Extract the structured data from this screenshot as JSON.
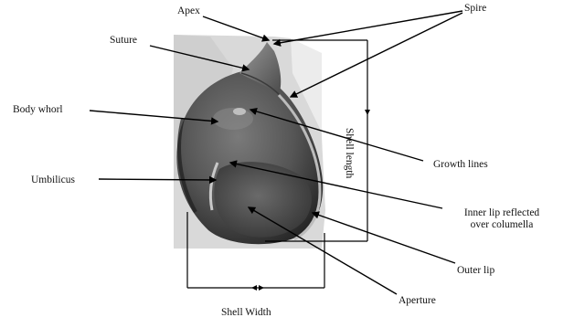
{
  "labels": {
    "apex": "Apex",
    "spire": "Spire",
    "suture": "Suture",
    "body_whorl": "Body whorl",
    "shell_length": "Shell length",
    "growth_lines": "Growth lines",
    "umbilicus": "Umbilicus",
    "inner_lip_line1": "Inner lip reflected",
    "inner_lip_line2": "over columella",
    "outer_lip": "Outer lip",
    "aperture": "Aperture",
    "shell_width": "Shell Width"
  },
  "colors": {
    "shell_body": "#5a5a5a",
    "shell_dark": "#2e2e2e",
    "shell_light": "#bdbdbd",
    "background_photo": "#d6d6d6",
    "line": "#000000"
  }
}
